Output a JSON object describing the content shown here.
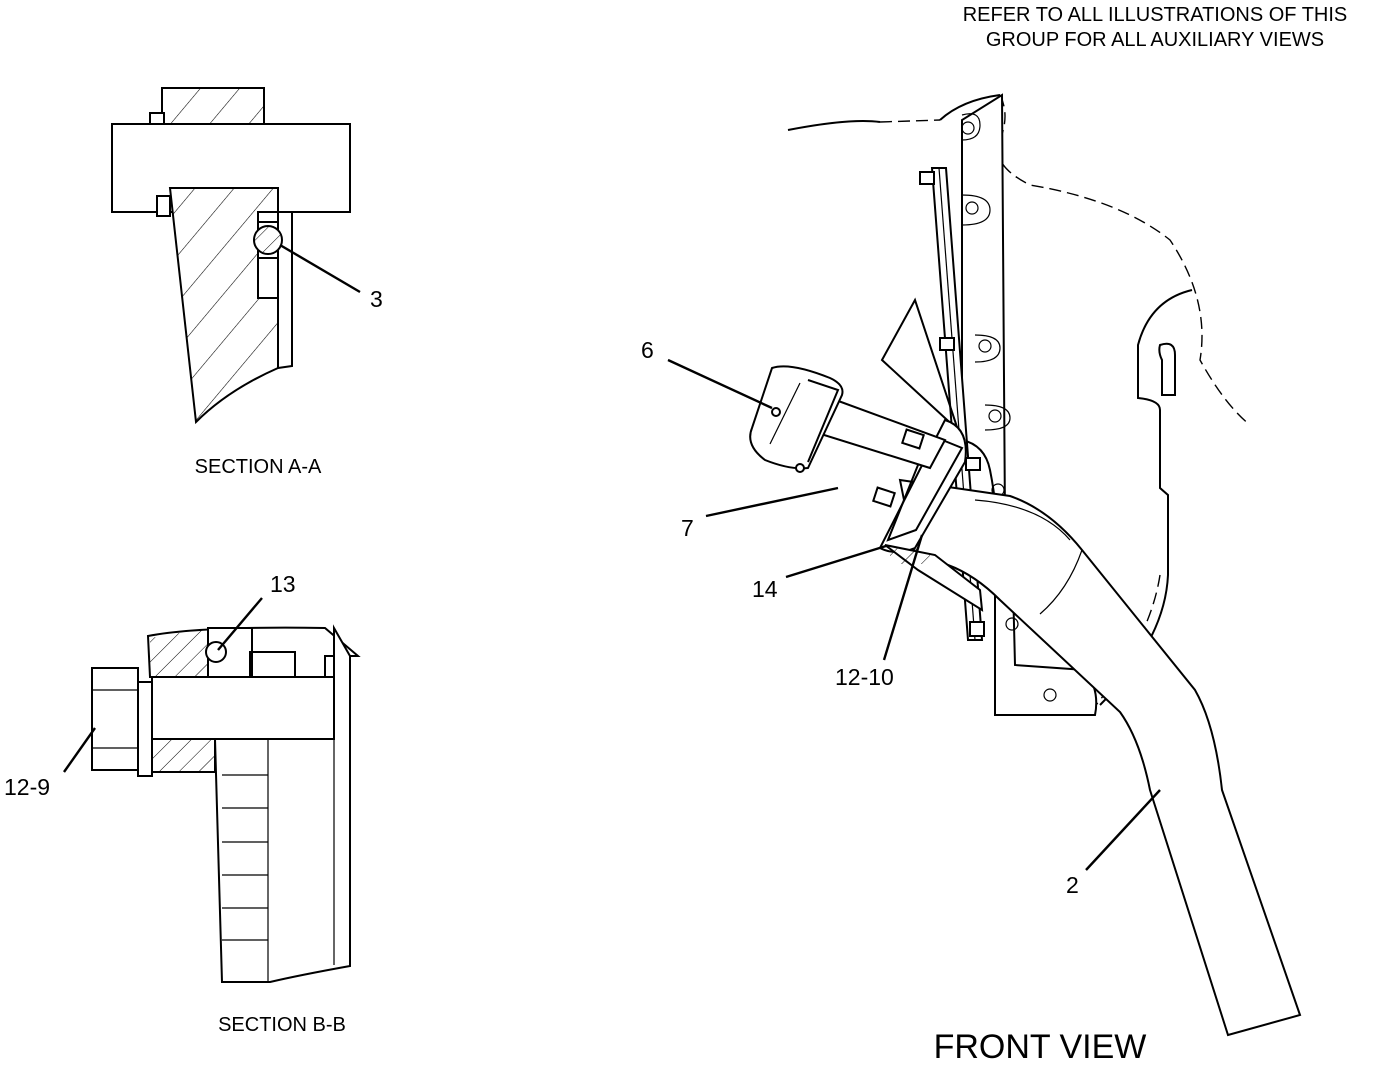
{
  "note": {
    "line1": "REFER TO ALL ILLUSTRATIONS OF THIS",
    "line2": "GROUP FOR ALL AUXILIARY VIEWS"
  },
  "section_a": {
    "caption": "SECTION A-A",
    "callouts": {
      "c3": "3"
    }
  },
  "section_b": {
    "caption": "SECTION B-B",
    "callouts": {
      "c13": "13",
      "c12_9": "12-9"
    }
  },
  "front_view": {
    "caption": "FRONT VIEW",
    "callouts": {
      "c6": "6",
      "c7": "7",
      "c14": "14",
      "c12_10": "12-10",
      "c2": "2"
    }
  }
}
